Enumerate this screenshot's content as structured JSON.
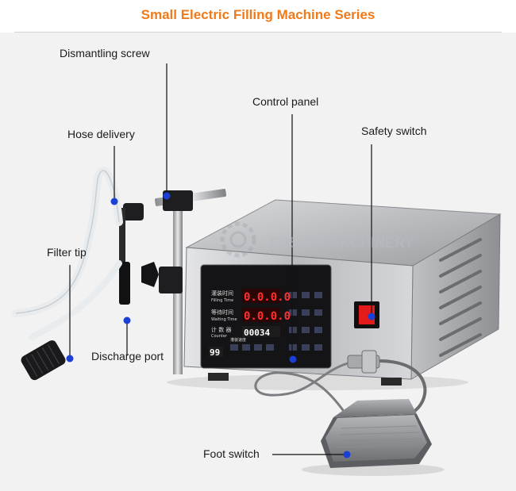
{
  "title": "Small Electric Filling Machine Series",
  "watermark": "FUSION MACHINERY",
  "labels": {
    "dismantling_screw": "Dismantling screw",
    "control_panel": "Control panel",
    "hose_delivery": "Hose delivery",
    "safety_switch": "Safety switch",
    "filter_tip": "Filter tip",
    "discharge_port": "Discharge port",
    "foot_switch": "Foot switch"
  },
  "panel": {
    "row1_label": "灌装时间",
    "row1_sub": "Filling Time",
    "row1_value": "0.0.0.0",
    "row2_label": "等待时间",
    "row2_sub": "Waiting Time",
    "row2_value": "0.0.0.0",
    "row3_label": "计 数 器",
    "row3_sub": "Counter",
    "row3_value": "00034",
    "row4_label": "灌装速度",
    "row4_value": "99"
  },
  "colors": {
    "title": "#f07a1a",
    "marker": "#1c3fd6",
    "safety_switch": "#e31b1b"
  }
}
